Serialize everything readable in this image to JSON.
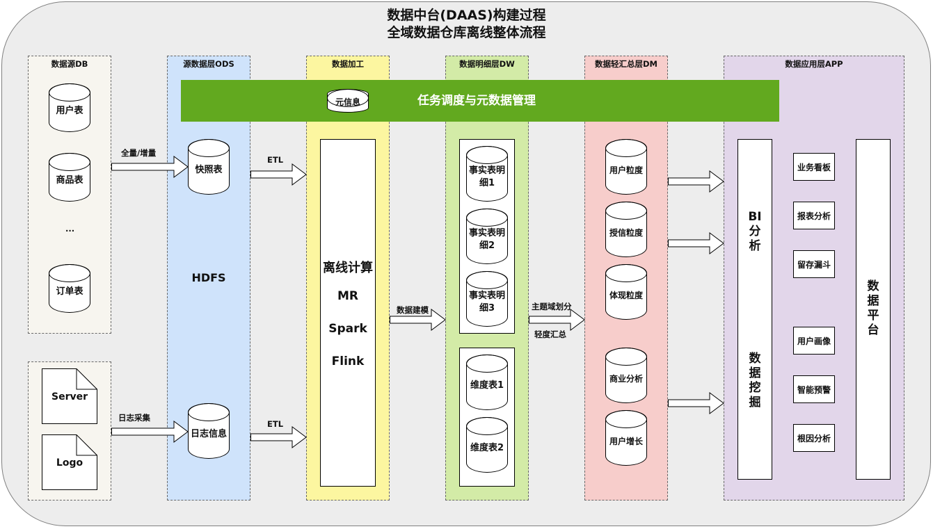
{
  "title_line1": "数据中台(DAAS)构建过程",
  "title_line2": "全域数据仓库离线整体流程",
  "banner": {
    "label": "任务调度与元数据管理",
    "meta_label": "元信息"
  },
  "columns": {
    "source_db": {
      "title": "数据源DB",
      "tables": [
        "用户表",
        "商品表",
        "订单表"
      ],
      "ellipsis": "..."
    },
    "logs": {
      "docs": [
        "Server",
        "Logo"
      ]
    },
    "ods": {
      "title": "源数据层ODS",
      "snapshot": "快照表",
      "log_info": "日志信息",
      "hdfs": "HDFS"
    },
    "processing": {
      "title": "数据加工",
      "lines": [
        "离线计算",
        "MR",
        "Spark",
        "Flink"
      ]
    },
    "dw": {
      "title": "数据明细层DW",
      "facts": [
        {
          "line1": "事实表明",
          "line2": "细1"
        },
        {
          "line1": "事实表明",
          "line2": "细2"
        },
        {
          "line1": "事实表明",
          "line2": "细3"
        }
      ],
      "dims": [
        "维度表1",
        "维度表2"
      ]
    },
    "dm": {
      "title": "数据轻汇总层DM",
      "items": [
        "用户粒度",
        "授信粒度",
        "体现粒度",
        "商业分析",
        "用户增长"
      ]
    },
    "app": {
      "title": "数据应用层APP",
      "bi": {
        "line1": "BI",
        "line2": "分",
        "line3": "析"
      },
      "mining": {
        "line1": "数",
        "line2": "据",
        "line3": "挖",
        "line4": "掘"
      },
      "platform": {
        "line1": "数",
        "line2": "据",
        "line3": "平",
        "line4": "台"
      },
      "items": [
        "业务看板",
        "报表分析",
        "留存漏斗",
        "用户画像",
        "智能预警",
        "根因分析"
      ]
    }
  },
  "arrows": {
    "full_incremental": "全量/增量",
    "log_collect": "日志采集",
    "etl_top": "ETL",
    "etl_bottom": "ETL",
    "modeling": "数据建模",
    "subject_split": "主题域划分",
    "light_summary": "轻度汇总"
  },
  "colors": {
    "background": "#ededed",
    "source_col": "#f7f5ef",
    "ods_col": "#cfe3fb",
    "processing_col": "#fcf6a0",
    "dw_col": "#d3eba7",
    "dm_col": "#f7cdcb",
    "app_col": "#e2d6ea",
    "banner": "#62a91f"
  }
}
